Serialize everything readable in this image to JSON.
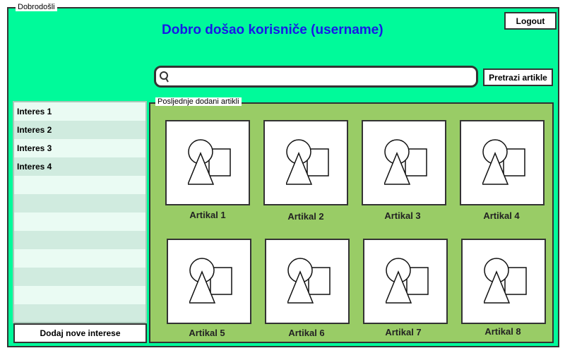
{
  "window": {
    "title": "Dobrodošli"
  },
  "header": {
    "welcome": "Dobro došao korisniče (username)",
    "logout_label": "Logout"
  },
  "search": {
    "value": "",
    "placeholder": "",
    "button_label": "Pretrazi artikle"
  },
  "interests": {
    "items": [
      "Interes 1",
      "Interes 2",
      "Interes 3",
      "Interes 4",
      "",
      "",
      "",
      "",
      "",
      "",
      "",
      ""
    ],
    "add_label": "Dodaj nove interese"
  },
  "articles": {
    "title": "Posljednje dodani artikli",
    "items": [
      "Artikal 1",
      "Artikal 2",
      "Artikal 3",
      "Artikal 4",
      "Artikal 5",
      "Artikal 6",
      "Artikal 7",
      "Artikal 8"
    ]
  },
  "colors": {
    "background": "#00fa9a",
    "panel": "#99cc66",
    "welcome_text": "#1818e8",
    "list": "#dff9ee"
  }
}
